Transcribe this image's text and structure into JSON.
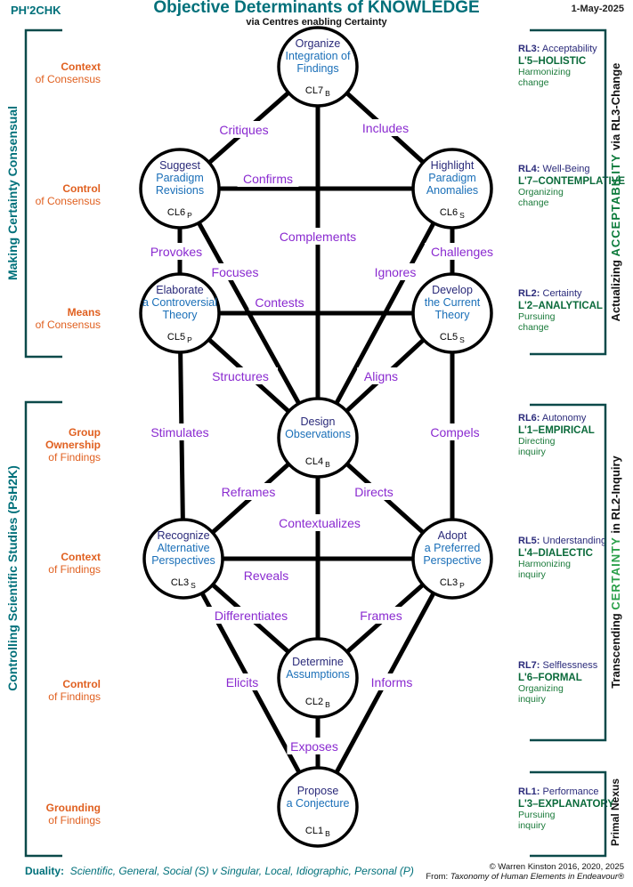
{
  "header": {
    "left": "PH'2CHK",
    "title": "Objective Determinants of KNOWLEDGE",
    "subtitle": "via Centres enabling Certainty",
    "date": "1-May-2025"
  },
  "left_labels": [
    {
      "bold": "Context",
      "rest": "of Consensus"
    },
    {
      "bold": "Control",
      "rest": "of Consensus"
    },
    {
      "bold": "Means",
      "rest": "of Consensus"
    },
    {
      "bold": "Group",
      "bold2": "Ownership",
      "rest": "of Findings"
    },
    {
      "bold": "Context",
      "rest": "of Findings"
    },
    {
      "bold": "Control",
      "rest": "of Findings"
    },
    {
      "bold": "Grounding",
      "rest": "of Findings"
    }
  ],
  "left_brackets": {
    "top": "Making Certainty Consensual",
    "bottom": "Controlling Scientific Studies (PsH2K)"
  },
  "right_labels": [
    {
      "rl": "RL3:",
      "name": "Acceptability",
      "level": "L'5–HOLISTIC",
      "desc1": "Harmonizing",
      "desc2": "change"
    },
    {
      "rl": "RL4:",
      "name": "Well-Being",
      "level": "L'7–CONTEMPLATIVE",
      "desc1": "Organizing",
      "desc2": "change"
    },
    {
      "rl": "RL2:",
      "name": "Certainty",
      "level": "L'2–ANALYTICAL",
      "desc1": "Pursuing",
      "desc2": "change"
    },
    {
      "rl": "RL6:",
      "name": "Autonomy",
      "level": "L'1–EMPIRICAL",
      "desc1": "Directing",
      "desc2": "inquiry"
    },
    {
      "rl": "RL5:",
      "name": "Understanding",
      "level": "L'4–DIALECTIC",
      "desc1": "Harmonizing",
      "desc2": "inquiry"
    },
    {
      "rl": "RL7:",
      "name": "Selflessness",
      "level": "L'6–FORMAL",
      "desc1": "Organizing",
      "desc2": "inquiry"
    },
    {
      "rl": "RL1:",
      "name": "Performance",
      "level": "L'3–EXPLANATORY",
      "desc1": "Pursuing",
      "desc2": "inquiry"
    }
  ],
  "right_brackets": {
    "top_a": "Actualizing ",
    "top_b": "ACCEPTABILITY",
    "top_c": " via RL3-Change",
    "mid_a": "Transcending ",
    "mid_b": "CERTAINTY",
    "mid_c": " in RL2-Inquiry",
    "bottom": "Primal Nexus"
  },
  "nodes": [
    {
      "id": "CL7",
      "line1": "Organize",
      "line2": "Integration of",
      "line3": "Findings",
      "code": "CL7",
      "sub": "B"
    },
    {
      "id": "CL6P",
      "line1": "Suggest",
      "line2": "Paradigm",
      "line3": "Revisions",
      "code": "CL6",
      "sub": "P"
    },
    {
      "id": "CL6S",
      "line1": "Highlight",
      "line2": "Paradigm",
      "line3": "Anomalies",
      "code": "CL6",
      "sub": "S"
    },
    {
      "id": "CL5P",
      "line1": "Elaborate",
      "line2": "a Controversial",
      "line3": "Theory",
      "code": "CL5",
      "sub": "P"
    },
    {
      "id": "CL5S",
      "line1": "Develop",
      "line2": "the Current",
      "line3": "Theory",
      "code": "CL5",
      "sub": "S"
    },
    {
      "id": "CL4",
      "line1": "Design",
      "line2": "Observations",
      "line3": "",
      "code": "CL4",
      "sub": "B"
    },
    {
      "id": "CL3S",
      "line1": "Recognize",
      "line2": "Alternative",
      "line3": "Perspectives",
      "code": "CL3",
      "sub": "S"
    },
    {
      "id": "CL3P",
      "line1": "Adopt",
      "line2": "a Preferred",
      "line3": "Perspective",
      "code": "CL3",
      "sub": "P"
    },
    {
      "id": "CL2",
      "line1": "Determine",
      "line2": "Assumptions",
      "line3": "",
      "code": "CL2",
      "sub": "B"
    },
    {
      "id": "CL1",
      "line1": "Propose",
      "line2": "a Conjecture",
      "line3": "",
      "code": "CL1",
      "sub": "B"
    }
  ],
  "edges": [
    {
      "from": "CL7",
      "to": "CL6P",
      "label": "Critiques"
    },
    {
      "from": "CL7",
      "to": "CL6S",
      "label": "Includes"
    },
    {
      "from": "CL6P",
      "to": "CL6S",
      "label": "Confirms"
    },
    {
      "from": "CL7",
      "to": "CL4",
      "label": "Complements"
    },
    {
      "from": "CL6P",
      "to": "CL5P",
      "label": "Provokes"
    },
    {
      "from": "CL6S",
      "to": "CL5S",
      "label": "Challenges"
    },
    {
      "from": "CL6P",
      "to": "CL4",
      "label": "Focuses"
    },
    {
      "from": "CL6S",
      "to": "CL4",
      "label": "Ignores"
    },
    {
      "from": "CL5P",
      "to": "CL5S",
      "label": "Contests"
    },
    {
      "from": "CL5P",
      "to": "CL4",
      "label": "Structures"
    },
    {
      "from": "CL5S",
      "to": "CL4",
      "label": "Aligns"
    },
    {
      "from": "CL5P",
      "to": "CL3S",
      "label": "Stimulates"
    },
    {
      "from": "CL5S",
      "to": "CL3P",
      "label": "Compels"
    },
    {
      "from": "CL4",
      "to": "CL3S",
      "label": "Reframes"
    },
    {
      "from": "CL4",
      "to": "CL3P",
      "label": "Directs"
    },
    {
      "from": "CL4",
      "to": "CL2",
      "label": "Contextualizes"
    },
    {
      "from": "CL3S",
      "to": "CL3P",
      "label": "Reveals"
    },
    {
      "from": "CL3S",
      "to": "CL2",
      "label": "Differentiates"
    },
    {
      "from": "CL3P",
      "to": "CL2",
      "label": "Frames"
    },
    {
      "from": "CL3S",
      "to": "CL1",
      "label": "Elicits"
    },
    {
      "from": "CL3P",
      "to": "CL1",
      "label": "Informs"
    },
    {
      "from": "CL2",
      "to": "CL1",
      "label": "Exposes"
    }
  ],
  "footer": {
    "duality_label": "Duality:",
    "duality_text": "Scientific, General, Social (S)  v  Singular, Local, Idiographic, Personal (P)",
    "copyright": "© Warren Kinston 2016, 2020, 2025",
    "from_label": "From:",
    "from_text": "Taxonomy of Human Elements in Endeavour®"
  },
  "colors": {
    "teal": "#00707a",
    "orange": "#e06020",
    "purple": "#8a2ad0",
    "blue": "#1a6fb8",
    "navy": "#2a2a7a",
    "dark_green": "#0a6a3a",
    "light_green": "#2aa04a"
  }
}
